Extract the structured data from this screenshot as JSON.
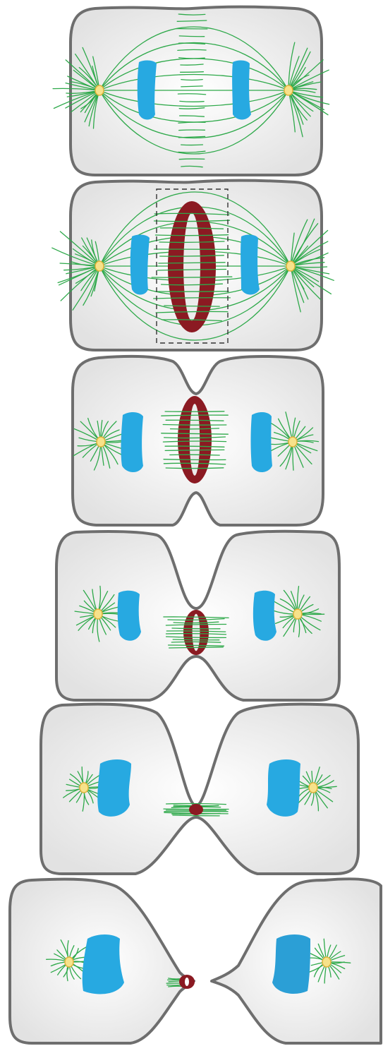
{
  "diagram": {
    "stages": [
      {
        "id": "stage-1",
        "ring": "none",
        "furrow": "none"
      },
      {
        "id": "stage-2",
        "ring": "large",
        "furrow": "none",
        "highlight_box": true
      },
      {
        "id": "stage-3",
        "ring": "medium",
        "furrow": "shallow"
      },
      {
        "id": "stage-4",
        "ring": "small",
        "furrow": "deep"
      },
      {
        "id": "stage-5",
        "ring": "tiny",
        "furrow": "deeper"
      },
      {
        "id": "stage-6",
        "ring": "midbody",
        "furrow": "abscission"
      }
    ],
    "colors": {
      "cell_fill": "#ececec",
      "cell_outline": "#6e6e6e",
      "microtubules": "#2ea94a",
      "chromatin": "#27a9e1",
      "centrosome": "#f7e28a",
      "contractile_ring": "#8b1a22"
    }
  }
}
